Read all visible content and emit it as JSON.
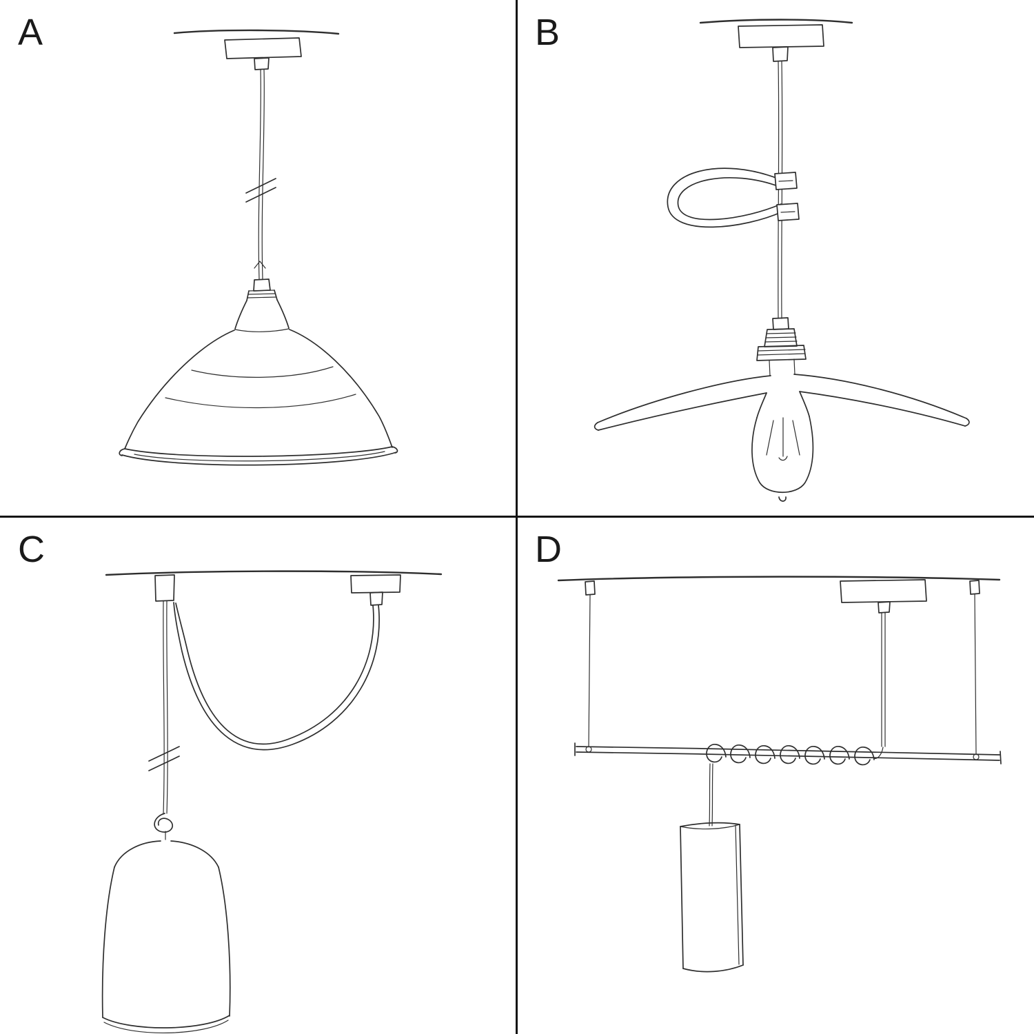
{
  "page": {
    "background": "#ffffff",
    "ink": "#2e2e2e",
    "divider_color": "#111111"
  },
  "panels": [
    {
      "label": "A",
      "sketch": "pendant-industrial-bowl-shade-sketch"
    },
    {
      "label": "B",
      "sketch": "pendant-flat-plate-shade-edison-bulb-sketch"
    },
    {
      "label": "C",
      "sketch": "swag-pendant-bell-shade-sketch"
    },
    {
      "label": "D",
      "sketch": "bar-suspension-coiled-cable-tube-shade-sketch"
    }
  ]
}
